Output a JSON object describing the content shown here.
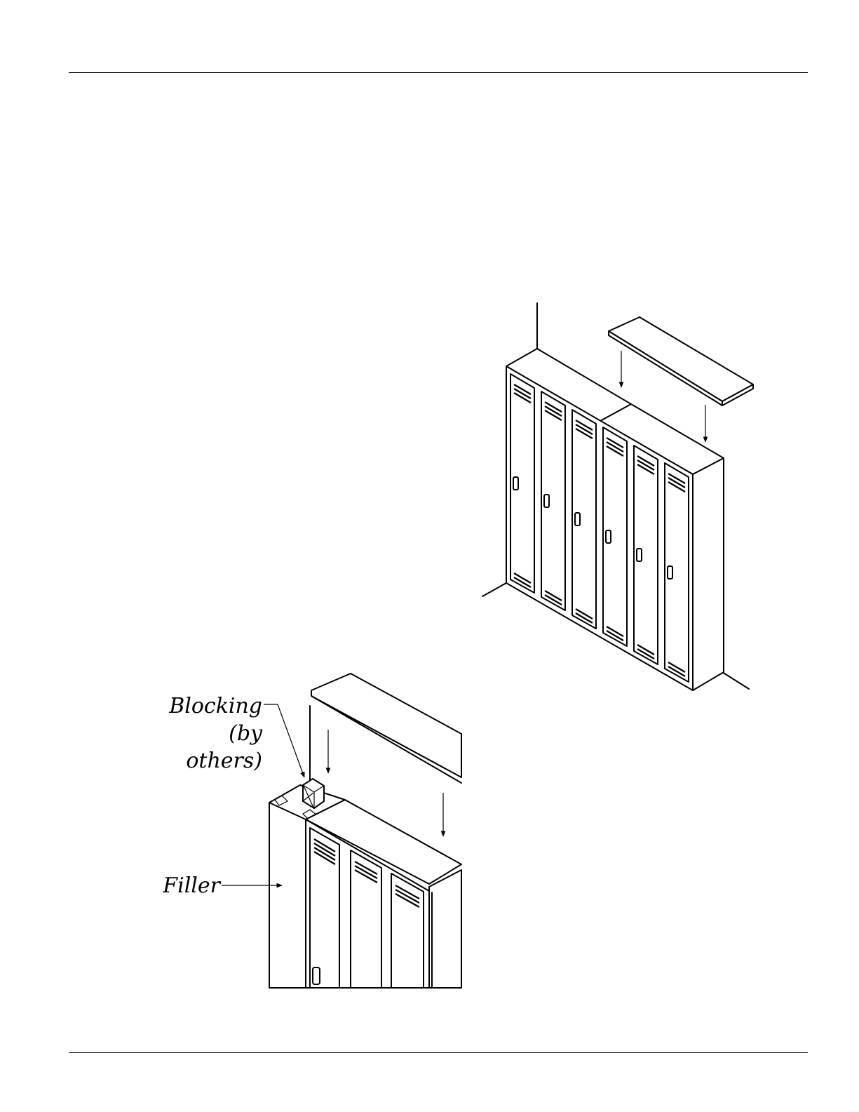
{
  "labels": {
    "blocking_line1": "Blocking",
    "blocking_line2": "(by",
    "blocking_line3": "others)",
    "filler": "Filler"
  },
  "colors": {
    "ink": "#000000",
    "paper": "#ffffff"
  }
}
